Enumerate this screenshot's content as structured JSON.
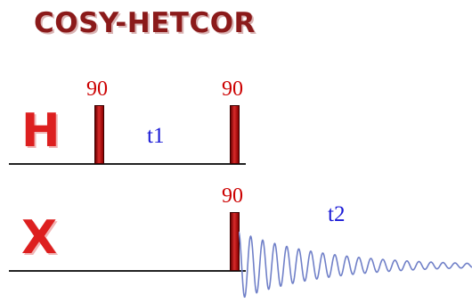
{
  "title": "COSY-HETCOR",
  "channels": {
    "h": {
      "label": "H"
    },
    "x": {
      "label": "X"
    }
  },
  "pulses": {
    "h1": {
      "angle": "90"
    },
    "h2": {
      "angle": "90"
    },
    "x1": {
      "angle": "90"
    }
  },
  "delays": {
    "t1": "t1",
    "t2": "t2"
  },
  "colors": {
    "title": "#8b1a1a",
    "channel_label": "#dd1f1f",
    "pulse": "#cc2222",
    "pulse_label": "#cc0000",
    "delay_label": "#1a1ad6",
    "fid": "#7080c8",
    "baseline": "#222222"
  },
  "icons": {
    "fid": "decaying-oscillation-icon"
  }
}
